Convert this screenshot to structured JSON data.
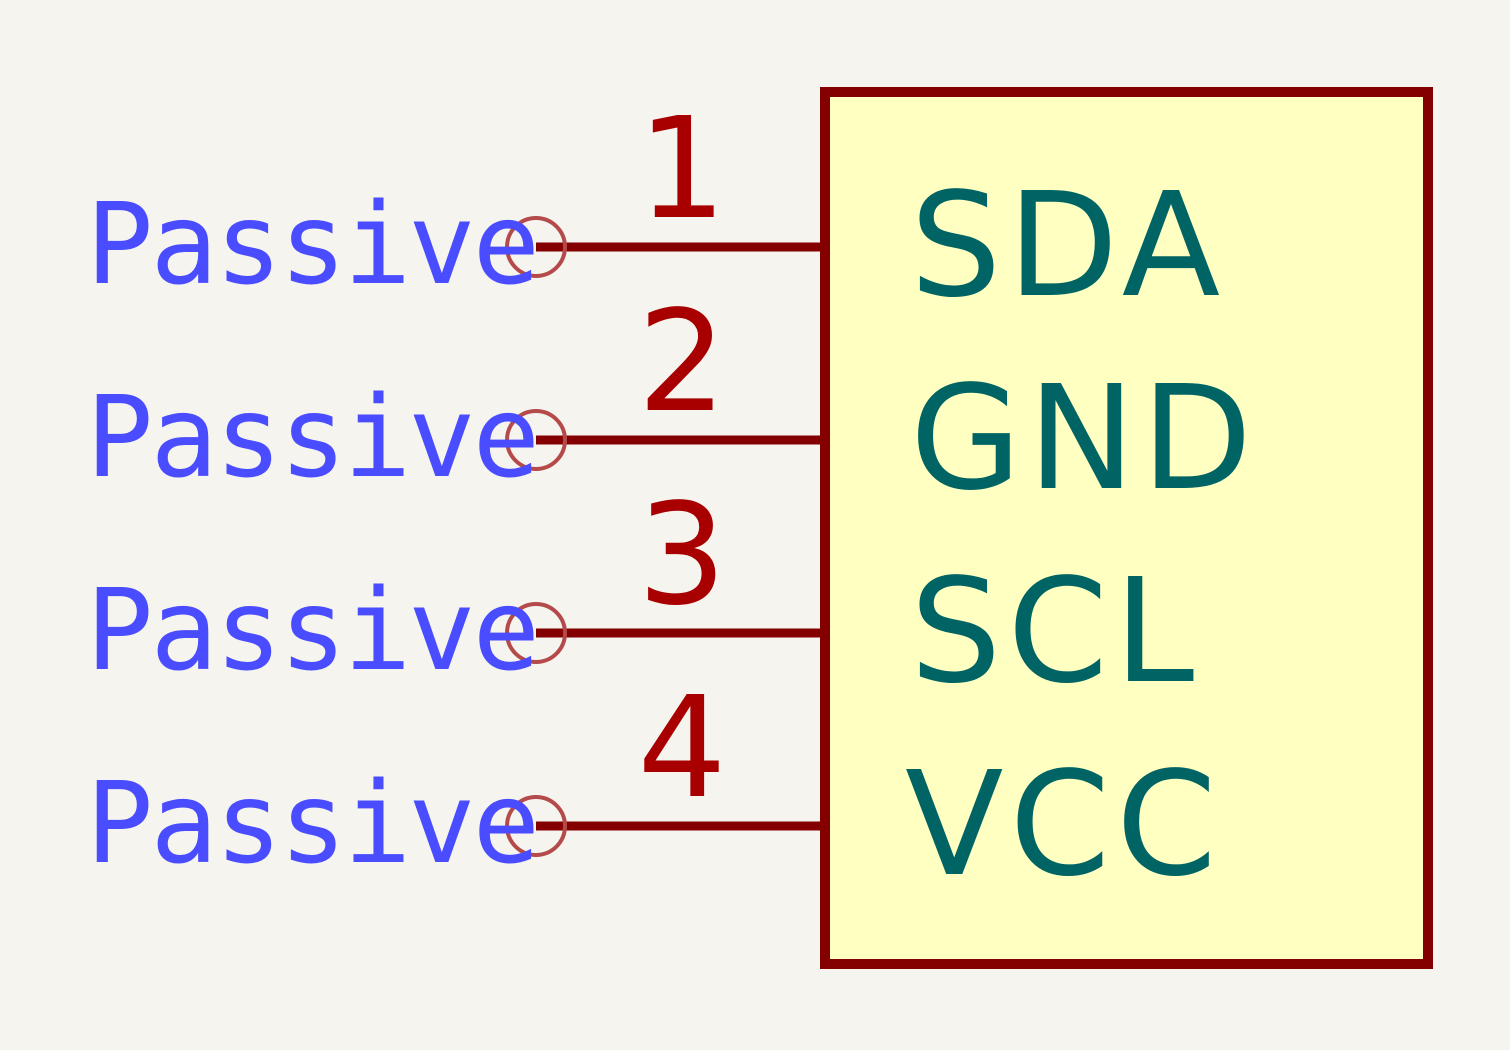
{
  "symbol": {
    "pins": [
      {
        "number": "1",
        "name": "SDA",
        "type": "Passive"
      },
      {
        "number": "2",
        "name": "GND",
        "type": "Passive"
      },
      {
        "number": "3",
        "name": "SCL",
        "type": "Passive"
      },
      {
        "number": "4",
        "name": "VCC",
        "type": "Passive"
      }
    ]
  },
  "colors": {
    "background": "#f5f4ef",
    "body_fill": "#ffffc2",
    "body_outline": "#840000",
    "pin_line": "#840000",
    "pin_number": "#a80000",
    "pin_name": "#006464",
    "pin_type": "#4a4cff",
    "pin_connector": "#b44a4a"
  }
}
